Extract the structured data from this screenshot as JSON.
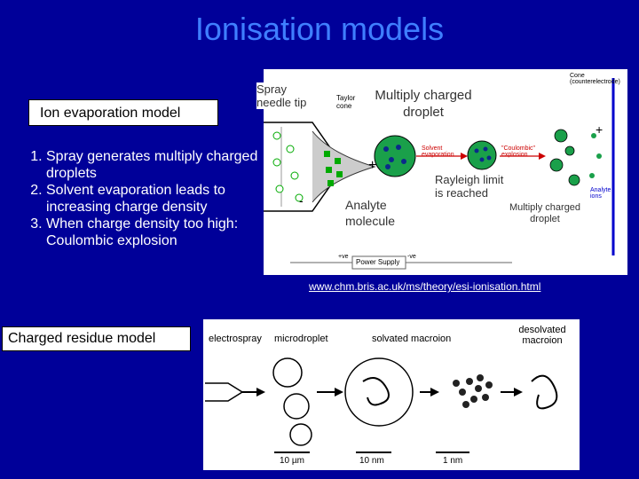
{
  "slide": {
    "title": "Ionisation models",
    "background": "#000099",
    "title_color": "#3f7fff"
  },
  "ion_evaporation": {
    "label": "Ion evaporation model",
    "steps": [
      "Spray generates multiply charged droplets",
      "Solvent evaporation leads to increasing charge density",
      "When charge density too high: Coulombic explosion"
    ],
    "figure": {
      "callouts": {
        "spray_needle_tip": "Spray needle tip",
        "multiply_charged_droplet": "Multiply charged droplet",
        "analyte_molecule": "Analyte molecule",
        "rayleigh_limit": "Rayleigh limit is reached",
        "multiply_charged_droplet_small": "Multiply charged droplet"
      },
      "labels": {
        "taylor_cone": "Taylor cone",
        "cone_counterelectrode": "Cone (counterelectrode)",
        "solvent_evaporation": "Solvent evaporation",
        "coulombic_explosion": "\"Coulombic\" explosion",
        "analyte_ions": "Analyte ions",
        "power_supply": "Power Supply",
        "plus": "+",
        "minus": "-",
        "pos": "+ve",
        "neg": "-ve"
      },
      "link": "www.chm.bris.ac.uk/ms/theory/esi-ionisation.html"
    }
  },
  "charged_residue": {
    "label": "Charged residue model",
    "figure": {
      "labels": {
        "electrospray": "electrospray",
        "microdroplet": "microdroplet",
        "solvated_macroion": "solvated macroion",
        "desolvated_macroion": "desolvated macroion"
      },
      "scales": [
        "10 µm",
        "10 nm",
        "1 nm"
      ]
    }
  }
}
